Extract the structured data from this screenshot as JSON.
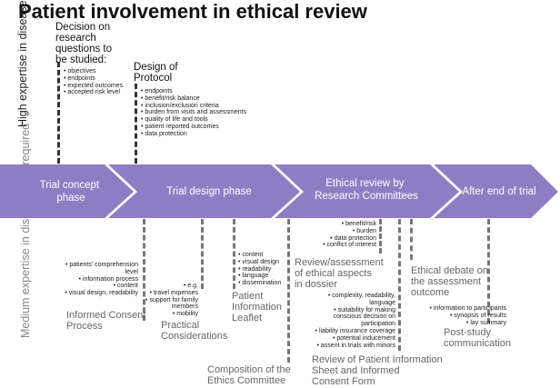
{
  "title": "Patient involvement in ethical review",
  "axis": {
    "high": "High expertise in disease area required",
    "medium": "Medium expertise in disease area required"
  },
  "phases": [
    {
      "label": "Trial concept phase",
      "lines": [
        "Trial concept",
        "phase"
      ]
    },
    {
      "label": "Trial design phase",
      "lines": [
        "Trial design phase"
      ]
    },
    {
      "label": "Ethical review by Research Committees",
      "lines": [
        "Ethical review by",
        "Research Committees"
      ]
    },
    {
      "label": "After end of trial",
      "lines": [
        "After end of trial"
      ]
    }
  ],
  "colors": {
    "chevron": "#8f7dc4",
    "chevron_dark": "#7a66b5"
  },
  "top": {
    "decision": {
      "heading": [
        "Decision on",
        "research",
        "questions to",
        "be studied:"
      ],
      "items": [
        "objectives",
        "endpoints",
        "expected outcomes",
        "accepted risk level"
      ]
    },
    "protocol": {
      "heading": [
        "Design of",
        "Protocol"
      ],
      "items": [
        "endpoints",
        "benefit/risk balance",
        "inclusion/exclusion criteria",
        "burden from visits and assessments",
        "quality of life and tools",
        "patient reported outcomes",
        "data protection"
      ]
    }
  },
  "bottom": {
    "consent": {
      "items": [
        "patients' comprehension level",
        "information process",
        "content",
        "visual design, readability"
      ],
      "label": [
        "Informed Consent",
        "Process"
      ]
    },
    "practical": {
      "items": [
        "e.g.",
        "travel expenses",
        "support for family members",
        "mobility"
      ],
      "label": [
        "Practical",
        "Considerations"
      ]
    },
    "leaflet": {
      "items": [
        "content",
        "visual design",
        "readability",
        "language",
        "dissemination"
      ],
      "label": [
        "Patient",
        "Information",
        "Leaflet"
      ]
    },
    "ethics_committee": {
      "label": [
        "Composition of the",
        "Ethics Committee"
      ]
    },
    "review_top": {
      "items": [
        "benefit/risk",
        "burden",
        "data protection",
        "conflict of interest"
      ]
    },
    "review": {
      "label": [
        "Review/assessment",
        "of ethical aspects",
        "in dossier"
      ]
    },
    "pis": {
      "items": [
        "complexity, readability, language",
        "suitability for making conscious decision on participation",
        "liability insurance coverage",
        "potential inducement",
        "assent in trials with minors"
      ],
      "label": [
        "Review of Patient Information",
        "Sheet and Informed",
        "Consent Form"
      ]
    },
    "debate": {
      "label": [
        "Ethical debate on",
        "the assessment",
        "outcome"
      ]
    },
    "post": {
      "items": [
        "information to participants",
        "synopsis of results",
        "lay summary"
      ],
      "label": [
        "Post-study",
        "communication"
      ]
    }
  }
}
